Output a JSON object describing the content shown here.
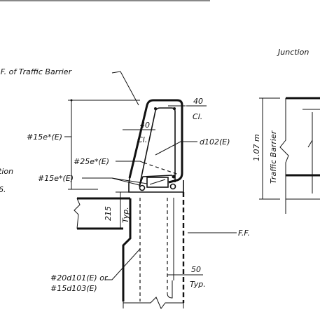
{
  "labels": {
    "if_traffic_barrier": "I.F. of Traffic Barrier",
    "junction": "Junction",
    "clear_40_right": "40",
    "clear_40_right_cl": "Cl.",
    "clear_40_left": "40",
    "clear_40_left_cl": "Cl.",
    "bar_15e_upper": "#15e*(E)",
    "bar_d102": "d102(E)",
    "bar_25e": "#25e*(E)",
    "bar_15e_lower": "#15e*(E)",
    "dim_215": "215",
    "dim_typ": "Typ.",
    "ff": "F.F.",
    "bar_20d101": "#20d101(E) or",
    "bar_15d103": "#15d103(E)",
    "dim_50": "50",
    "dim_50_typ": "Typ.",
    "height_107": "1.07 m",
    "traffic_barrier": "Traffic Barrier",
    "partial_tion": "tion",
    "partial_6": "6."
  },
  "colors": {
    "line": "#111111",
    "background": "#ffffff"
  }
}
